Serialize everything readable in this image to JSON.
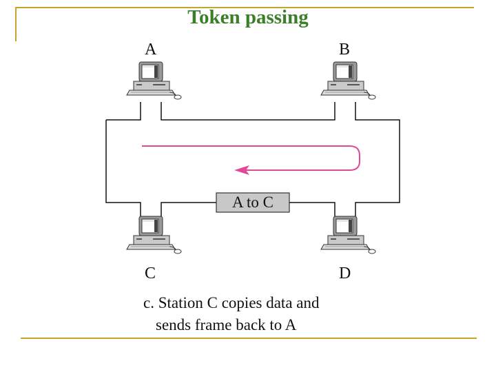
{
  "title": "Token passing",
  "stations": {
    "a": "A",
    "b": "B",
    "c": "C",
    "d": "D"
  },
  "frame_label": "A to C",
  "caption": {
    "line1": "c. Station C copies data and",
    "line2": "sends frame back to A"
  },
  "colors": {
    "title": "#3a7f28",
    "rule": "#c8a32a",
    "arrow": "#e0489a",
    "frame_box": "#c8c8c8"
  },
  "icons": [
    "computer-icon",
    "monitor-icon",
    "keyboard-icon",
    "mouse-icon"
  ]
}
